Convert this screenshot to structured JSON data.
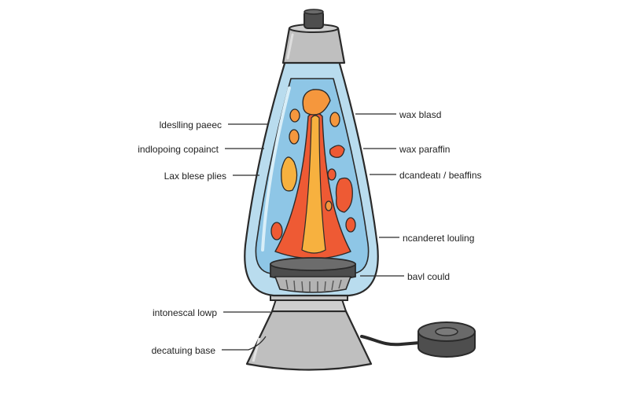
{
  "colors": {
    "outline": "#2a2a2a",
    "metal": "#bfbfbf",
    "metal_light": "#d6d6d6",
    "metal_dark": "#5c5c5c",
    "glass": "#b9dcee",
    "glass_inner": "#8ec6e6",
    "wax_red": "#ee5a34",
    "wax_orange": "#f5973d",
    "wax_yellow": "#f7b13f"
  },
  "labels": {
    "left": [
      "ldeslling paeec",
      "indlopoing copainct",
      "Lax blese plies",
      "intonescal lowp",
      "decatuing base"
    ],
    "right": [
      "wax blasd",
      "wax paraffin",
      "dcandeatı / beaffins",
      "ncanderet louling",
      "bavl could"
    ]
  }
}
